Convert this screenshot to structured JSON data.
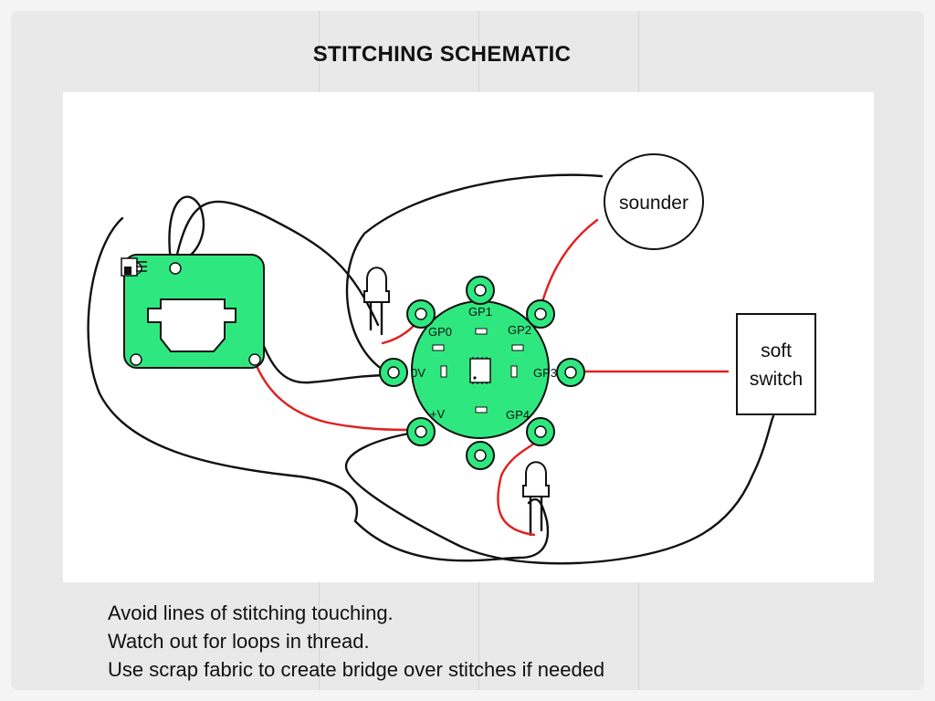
{
  "slide": {
    "title": "STITCHING SCHEMATIC",
    "notes": [
      "Avoid lines of stitching touching.",
      "Watch out for loops in thread.",
      "Use scrap fabric to create bridge over stitches if needed"
    ]
  },
  "diagram": {
    "sounder_label": "sounder",
    "switch_label_line1": "soft",
    "switch_label_line2": "switch",
    "pads": {
      "gp1": "GP1",
      "gp0": "GP0",
      "gp2": "GP2",
      "zero_v": "0V",
      "gp3": "GP3",
      "plus_v": "+V",
      "gp4": "GP4"
    }
  },
  "colors": {
    "board_green": "#2ee87f",
    "pad_green": "#2ee87f",
    "thread_black": "#111111",
    "thread_red": "#e0201e"
  }
}
